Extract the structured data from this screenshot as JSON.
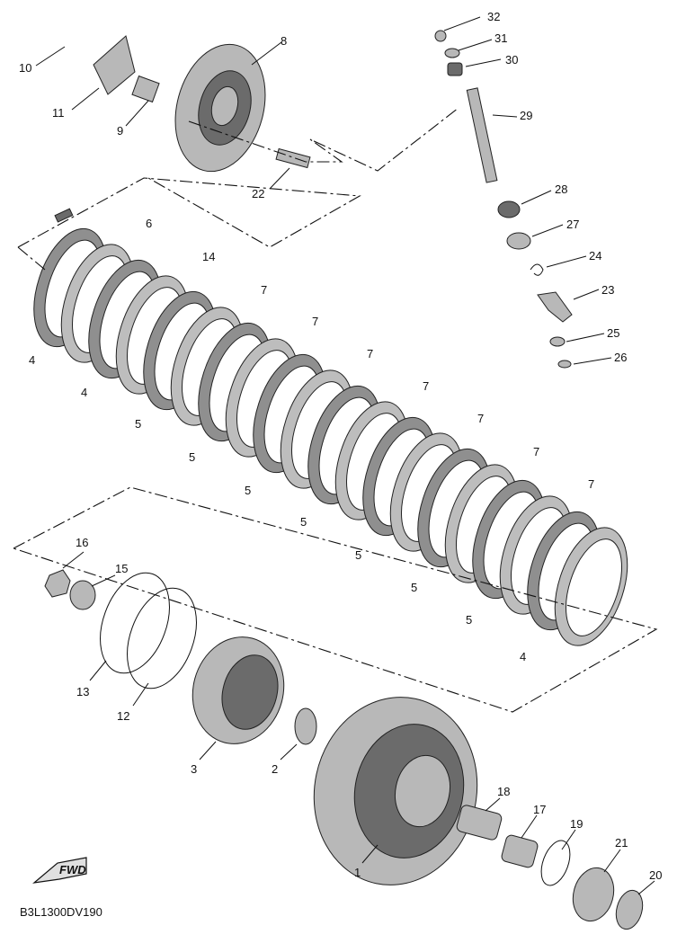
{
  "callouts": [
    {
      "id": "c10",
      "text": "10"
    },
    {
      "id": "c11",
      "text": "11"
    },
    {
      "id": "c9",
      "text": "9"
    },
    {
      "id": "c8",
      "text": "8"
    },
    {
      "id": "c22",
      "text": "22"
    },
    {
      "id": "c32",
      "text": "32"
    },
    {
      "id": "c31",
      "text": "31"
    },
    {
      "id": "c30",
      "text": "30"
    },
    {
      "id": "c29",
      "text": "29"
    },
    {
      "id": "c28",
      "text": "28"
    },
    {
      "id": "c27",
      "text": "27"
    },
    {
      "id": "c24",
      "text": "24"
    },
    {
      "id": "c23",
      "text": "23"
    },
    {
      "id": "c25",
      "text": "25"
    },
    {
      "id": "c26",
      "text": "26"
    },
    {
      "id": "c6",
      "text": "6"
    },
    {
      "id": "c14",
      "text": "14"
    },
    {
      "id": "c7a",
      "text": "7"
    },
    {
      "id": "c7b",
      "text": "7"
    },
    {
      "id": "c7c",
      "text": "7"
    },
    {
      "id": "c7d",
      "text": "7"
    },
    {
      "id": "c7e",
      "text": "7"
    },
    {
      "id": "c7f",
      "text": "7"
    },
    {
      "id": "c7g",
      "text": "7"
    },
    {
      "id": "c4a",
      "text": "4"
    },
    {
      "id": "c4b",
      "text": "4"
    },
    {
      "id": "c4c",
      "text": "4"
    },
    {
      "id": "c5a",
      "text": "5"
    },
    {
      "id": "c5b",
      "text": "5"
    },
    {
      "id": "c5c",
      "text": "5"
    },
    {
      "id": "c5d",
      "text": "5"
    },
    {
      "id": "c5e",
      "text": "5"
    },
    {
      "id": "c5f",
      "text": "5"
    },
    {
      "id": "c5g",
      "text": "5"
    },
    {
      "id": "c16",
      "text": "16"
    },
    {
      "id": "c15",
      "text": "15"
    },
    {
      "id": "c13",
      "text": "13"
    },
    {
      "id": "c12",
      "text": "12"
    },
    {
      "id": "c3",
      "text": "3"
    },
    {
      "id": "c2",
      "text": "2"
    },
    {
      "id": "c1",
      "text": "1"
    },
    {
      "id": "c18",
      "text": "18"
    },
    {
      "id": "c17",
      "text": "17"
    },
    {
      "id": "c19",
      "text": "19"
    },
    {
      "id": "c21",
      "text": "21"
    },
    {
      "id": "c20",
      "text": "20"
    }
  ],
  "fwd_label": "FWD",
  "diagram_code": "B3L1300DV190"
}
